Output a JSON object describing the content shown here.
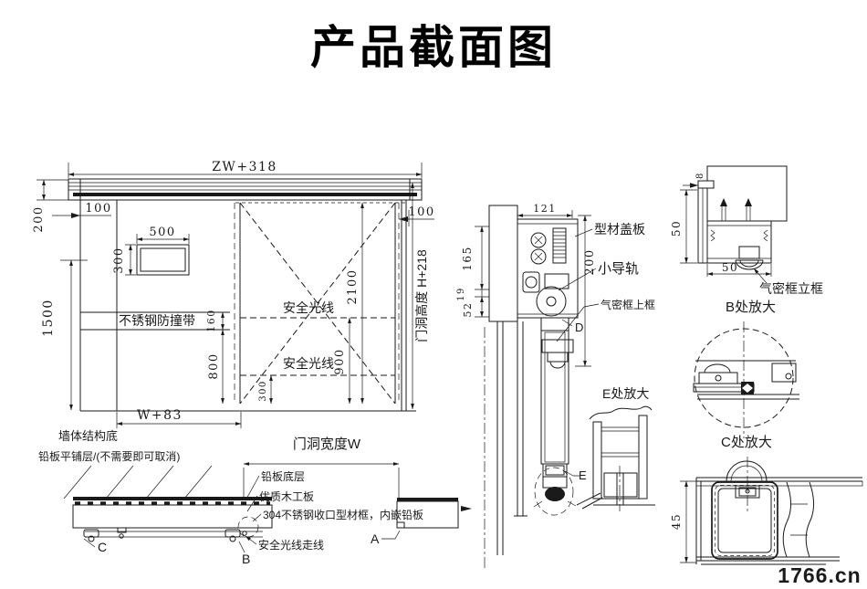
{
  "title": "产品截面图",
  "front_view": {
    "dim_top_width": "ZW+318",
    "dim_header_height": "200",
    "dim_left_offset": "100",
    "dim_window_width": "500",
    "dim_window_height": "300",
    "dim_handle_height": "1500",
    "label_bumper": "不锈钢防撞带",
    "dim_bumper_band": "160",
    "dim_bumper_to_floor": "800",
    "label_safety_beam_upper": "安全光线",
    "label_safety_beam_lower": "安全光线",
    "dim_door_height": "2100",
    "dim_beam_upper_height": "900",
    "dim_beam_lower_height": "300",
    "dim_right_offset": "100",
    "dim_opening_height": "门洞高度 H+218",
    "dim_leaf_width": "W+83",
    "label_wall_base": "墙体结构底",
    "label_lead_layer": "铅板平铺层/(不需要即可取消)"
  },
  "bottom_section": {
    "dim_opening_width": "门洞宽度W",
    "label_lead_bottom": "铅板底层",
    "label_wood_board": "优质木工板",
    "label_steel_frame": "304不锈钢收口型材框，内嵌铅板",
    "label_beam_wiring": "安全光线走线",
    "marker_a": "A",
    "marker_b": "B",
    "marker_c": "C"
  },
  "section_view": {
    "dim_housing_width": "121",
    "dim_housing_height": "200",
    "dim_wall_embed": "165",
    "dim_gap": "19",
    "dim_lintel": "52",
    "label_cover_plate": "型材盖板",
    "label_guide_rail": "小导轨",
    "label_airtight_top": "气密框上框",
    "marker_d": "D",
    "marker_e": "E"
  },
  "detail_b": {
    "title": "B处放大",
    "label_frame": "气密框立框",
    "dim_height": "50",
    "dim_width": "50",
    "dim_thickness": "8"
  },
  "detail_c": {
    "title": "C处放大"
  },
  "detail_e": {
    "title": "E处放大"
  },
  "detail_bottom": {
    "dim_depth": "45"
  },
  "watermark": {
    "text": "1766.cn",
    "color": "#ee1111"
  }
}
